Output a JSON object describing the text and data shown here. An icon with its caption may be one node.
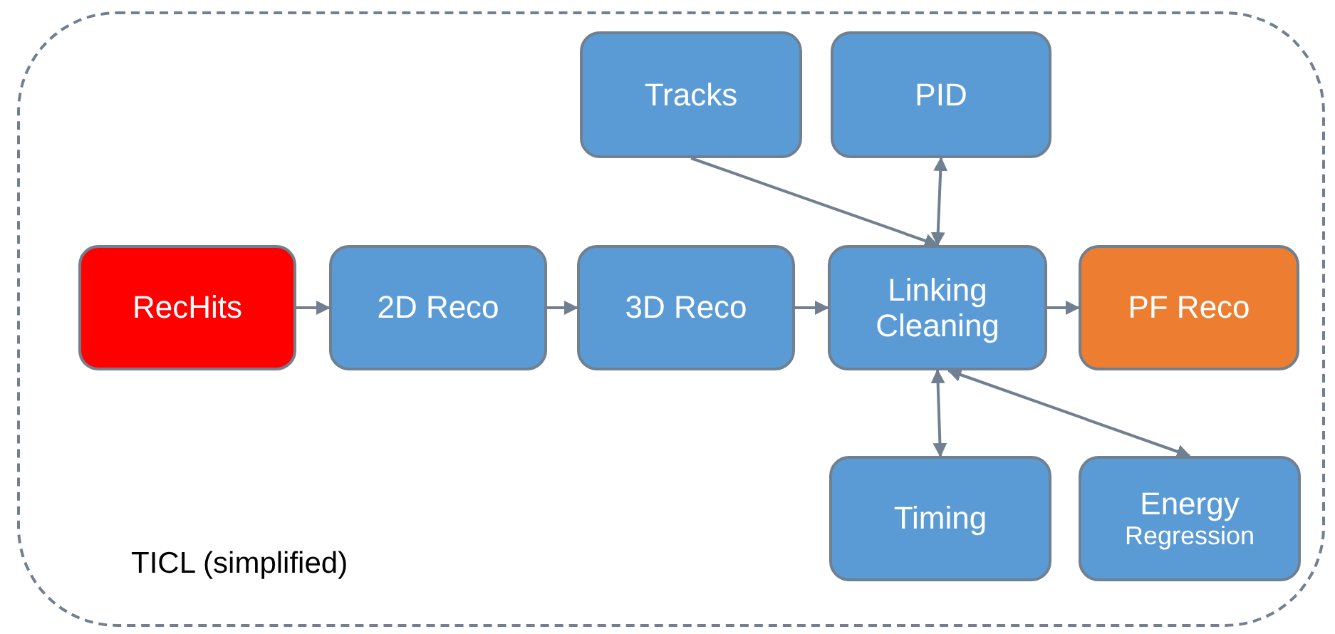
{
  "diagram": {
    "nodes": [
      {
        "text": [
          "TICL (simplified)"
        ]
      },
      {
        "text": [
          "Tracks"
        ],
        "in": 0
      },
      {
        "text": [
          "PID"
        ],
        "in": 0
      },
      {
        "text": [
          "RecHits"
        ],
        "in": 0
      },
      {
        "text": [
          "2D Reco"
        ],
        "in": 0
      },
      {
        "text": [
          "3D Reco"
        ],
        "in": 0
      },
      {
        "text": [
          "Linking Cleaning"
        ],
        "in": 0
      },
      {
        "text": [
          "PF Reco"
        ],
        "in": 0
      },
      {
        "text": [
          "Timing"
        ],
        "in": 0
      },
      {
        "text": [
          "Energy",
          "Regression"
        ],
        "in": 0
      }
    ],
    "edges": [
      {
        "from": 3,
        "to": 4,
        "arrow": "to"
      },
      {
        "from": 4,
        "to": 5,
        "arrow": "to"
      },
      {
        "from": 5,
        "to": 6,
        "arrow": "to"
      },
      {
        "from": 6,
        "to": 7,
        "arrow": "to"
      },
      {
        "from": 1,
        "to": 6,
        "arrow": "to"
      },
      {
        "from": 6,
        "to": 2,
        "arrow": "both"
      },
      {
        "from": 6,
        "to": 8,
        "arrow": "both"
      },
      {
        "from": 6,
        "to": 9,
        "arrow": "both"
      }
    ]
  }
}
